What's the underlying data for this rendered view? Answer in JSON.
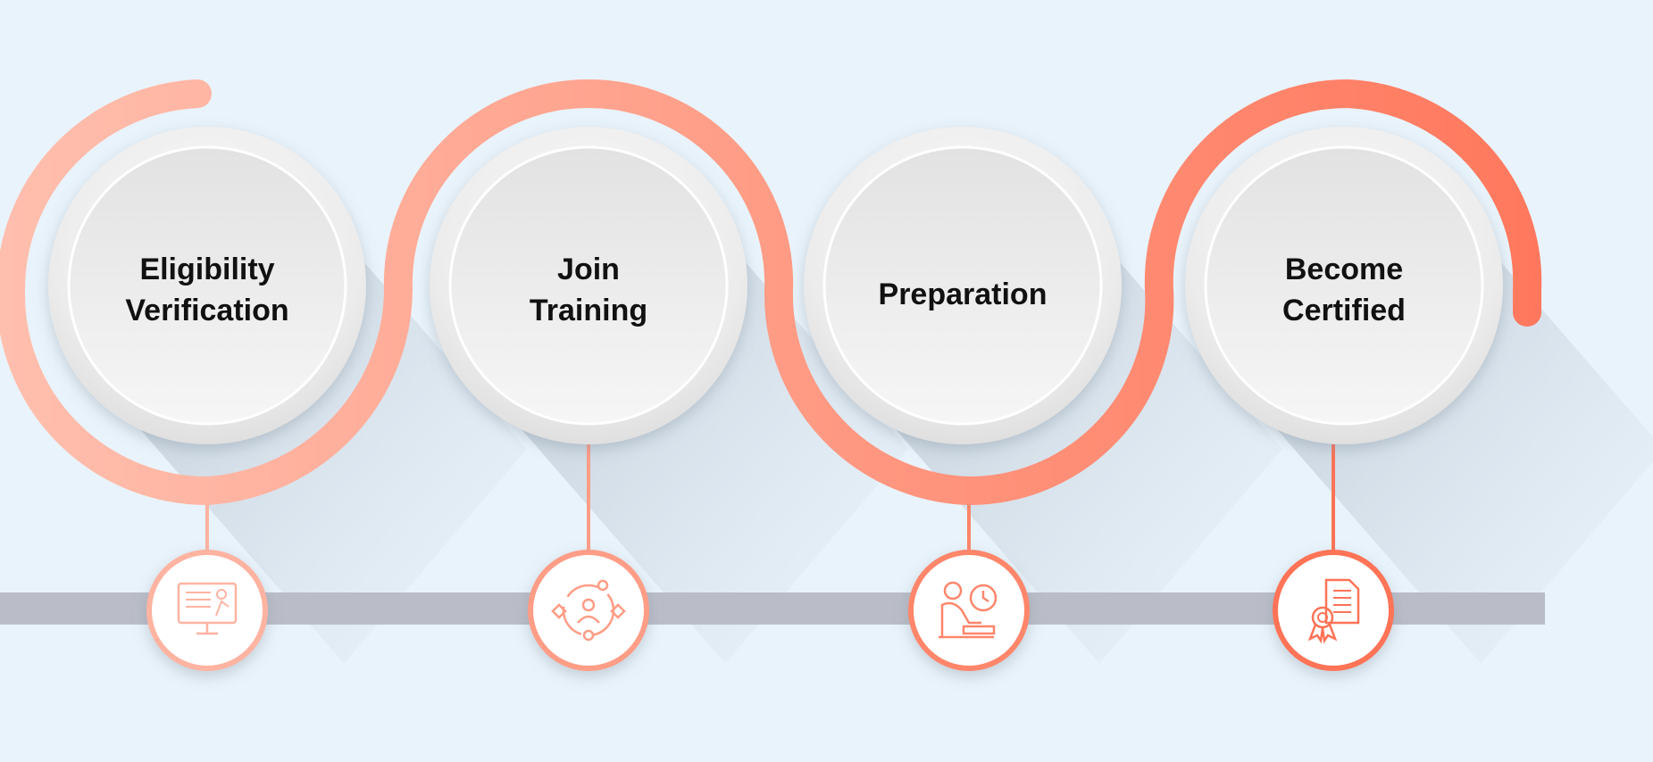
{
  "colors": {
    "background": "#e9f3fb",
    "ribbon_start": "#ffbfae",
    "ribbon_end": "#ff7357",
    "baseline": "#babdc8",
    "label_text": "#111111"
  },
  "steps": [
    {
      "label": "Eligibility\nVerification",
      "icon": "presentation-board-icon",
      "accent": "#ffb3a1"
    },
    {
      "label": "Join\nTraining",
      "icon": "group-network-icon",
      "accent": "#ff9d86"
    },
    {
      "label": "Preparation",
      "icon": "person-studying-clock-icon",
      "accent": "#ff866b"
    },
    {
      "label": "Become\nCertified",
      "icon": "certificate-award-icon",
      "accent": "#ff7357"
    }
  ]
}
